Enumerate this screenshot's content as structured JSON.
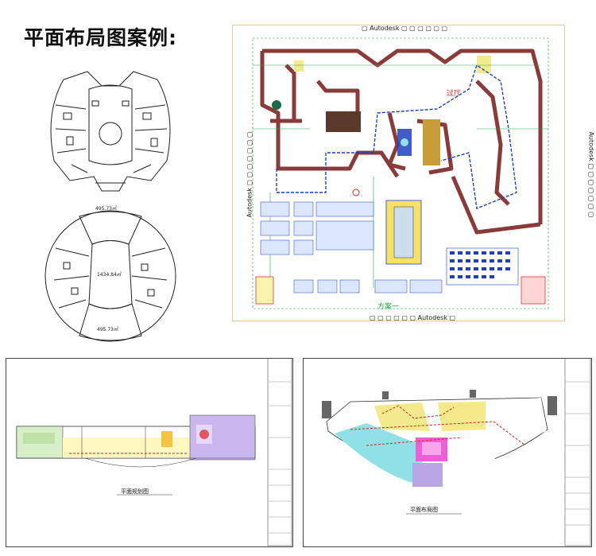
{
  "heading": "平面布局图案例:",
  "watermark": {
    "top": "▢ Autodesk ▢ ▢ ▢ ▢ ▢ ▢",
    "bottom": "▢ ▢ ▢ ▢ ▢ ▢ Autodesk ▢",
    "left": "Autodesk ▢ ▢ ▢ ▢ ▢ ▢ ▢",
    "right": "Autodesk ▢ ▢ ▢ ▢ ▢ ▢ ▢"
  },
  "main_plan": {
    "hall_label": "过厅",
    "scheme_label": "方案一"
  },
  "round_plans": {
    "area_top": "495.73㎡",
    "area_center": "1434.84㎡",
    "area_bottom": "495.73㎡"
  },
  "sheet_left": {
    "caption": "平面规划图"
  },
  "sheet_right": {
    "caption": "平面布局图"
  },
  "colors": {
    "wall": "#8b3a3a",
    "route": "#1f3fbf",
    "green": "#21a84a",
    "purple": "#b9a6e6",
    "cyan": "#8fe1e6",
    "yellow": "#f2ea8c",
    "magenta": "#ee5fd6"
  }
}
